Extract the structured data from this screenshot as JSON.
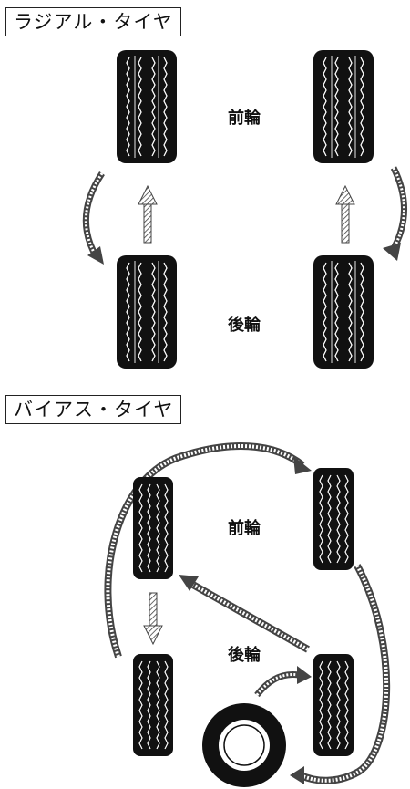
{
  "radial": {
    "title": "ラジアル・タイヤ",
    "front_label": "前輪",
    "rear_label": "後輪"
  },
  "bias": {
    "title": "バイアス・タイヤ",
    "front_label": "前輪",
    "rear_label": "後輪"
  },
  "colors": {
    "ink": "#111111",
    "arrow": "#555555",
    "background": "#ffffff"
  }
}
